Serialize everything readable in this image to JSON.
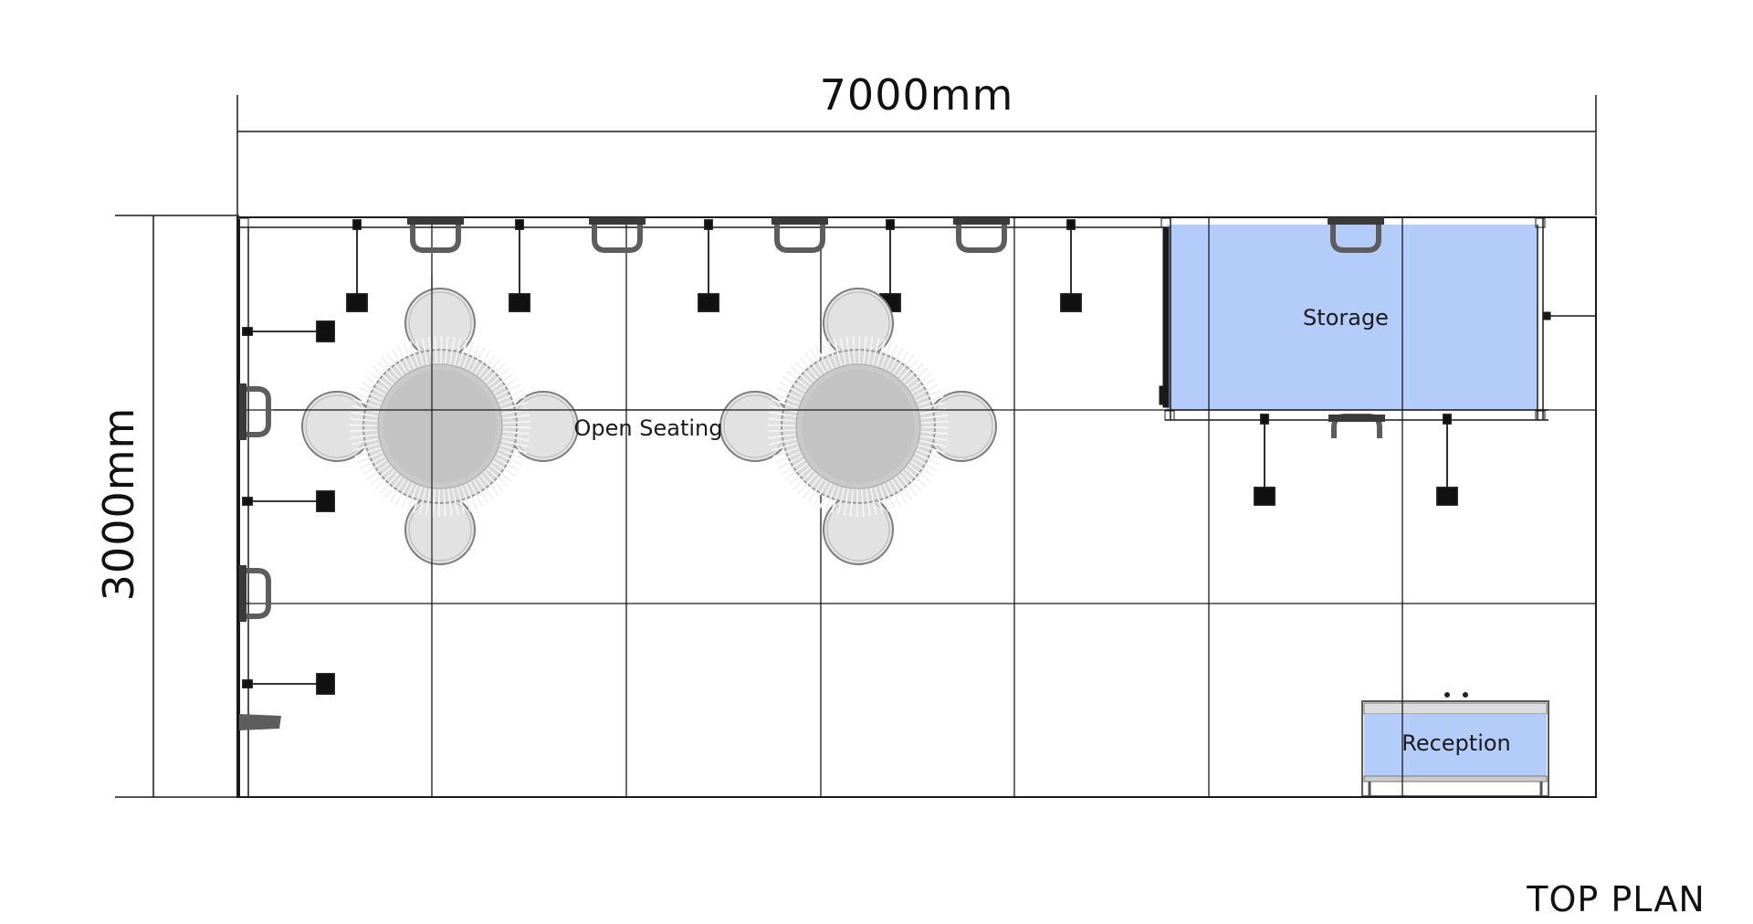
{
  "dimensions": {
    "width_label": "7000mm",
    "depth_label": "3000mm"
  },
  "zones": {
    "open_seating": "Open Seating",
    "storage": "Storage",
    "reception": "Reception"
  },
  "plan_title": "TOP PLAN",
  "colors": {
    "line": "#1a1a1a",
    "zone_fill": "#b3ccfa",
    "furniture_fill": "#e3e3e3",
    "furniture_stroke": "#8c8c8c",
    "monitor": "#111111",
    "bracket": "#6a6a6a"
  },
  "icons": {
    "table": "round-table-icon",
    "chair": "round-stool-icon",
    "light": "arm-light-icon",
    "bracket": "wall-bracket-icon"
  }
}
